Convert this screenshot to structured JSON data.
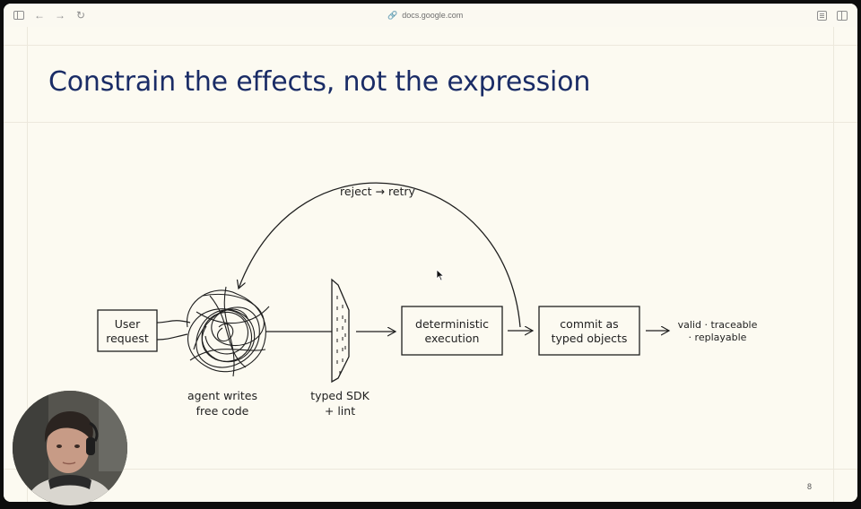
{
  "browser": {
    "url": "docs.google.com",
    "icons": [
      "sidebar-icon",
      "back-arrow-icon",
      "forward-arrow-icon",
      "reload-icon",
      "link-icon",
      "reader-icon",
      "split-view-icon"
    ]
  },
  "slide": {
    "title": "Constrain the effects, not the expression",
    "page_number": "8",
    "diagram": {
      "loop_label": "reject → retry",
      "user_request": [
        "User",
        "request"
      ],
      "agent_caption": [
        "agent writes",
        "free code"
      ],
      "sdk_caption": [
        "typed SDK",
        "+ lint"
      ],
      "execution_box": [
        "deterministic",
        "execution"
      ],
      "commit_box": [
        "commit as",
        "typed objects"
      ],
      "outcome": [
        "valid · traceable",
        "· replayable"
      ]
    }
  },
  "colors": {
    "title": "#1a2c66",
    "slide_background": "#fcfaf1",
    "line": "#1f1f1f"
  }
}
